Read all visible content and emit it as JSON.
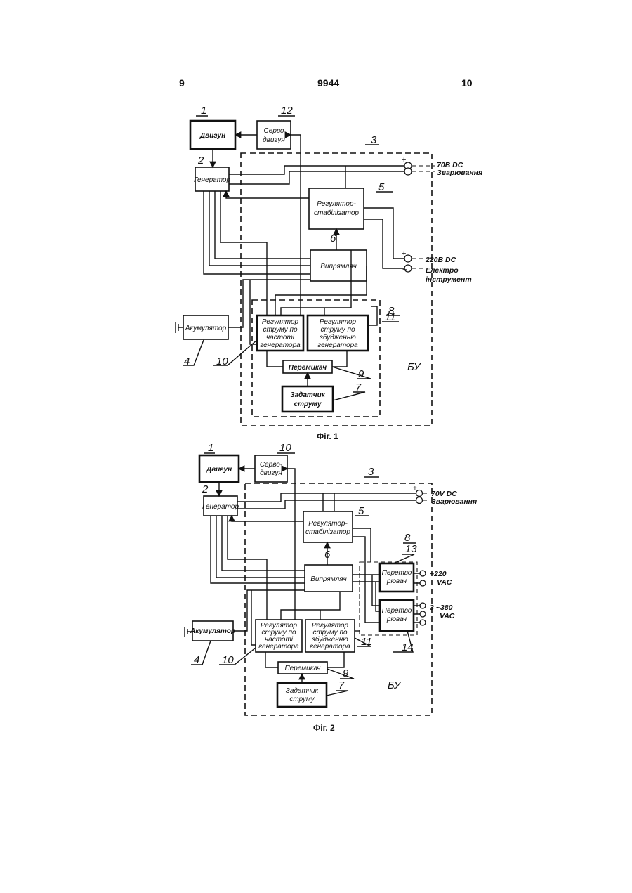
{
  "header": {
    "left_page": "9",
    "center_number": "9944",
    "right_page": "10"
  },
  "fig1": {
    "caption": "Фіг. 1",
    "blocks": {
      "engine": "Двигун",
      "servo_l1": "Серво",
      "servo_l2": "двигун",
      "generator": "Генератор",
      "regulator_l1": "Регулятор-",
      "regulator_l2": "стабілізатор",
      "rectifier": "Випрямляч",
      "battery": "Акумулятор",
      "freq_reg_l1": "Регулятор",
      "freq_reg_l2": "струму по",
      "freq_reg_l3": "частоті",
      "freq_reg_l4": "генератора",
      "exc_reg_l1": "Регулятор",
      "exc_reg_l2": "струму по",
      "exc_reg_l3": "збудженню",
      "exc_reg_l4": "генератора",
      "switch": "Перемикач",
      "setter_l1": "Задатчик",
      "setter_l2": "струму",
      "control_unit": "БУ"
    },
    "outputs": {
      "dc70": "70В DC",
      "welding": "Зварювання",
      "dc220": "220В DC",
      "tool_l1": "Електро",
      "tool_l2": "інструмент"
    },
    "numbers": [
      "1",
      "12",
      "2",
      "3",
      "5",
      "6",
      "8",
      "11",
      "4",
      "10",
      "9",
      "7"
    ]
  },
  "fig2": {
    "caption": "Фіг. 2",
    "blocks": {
      "engine": "Двигун",
      "servo_l1": "Серво-",
      "servo_l2": "двигун",
      "generator": "Генератор",
      "regulator_l1": "Регулятор-",
      "regulator_l2": "стабілізатор",
      "rectifier": "Випрямляч",
      "conv1_l1": "Перетво",
      "conv1_l2": "рювач",
      "conv2_l1": "Перетво",
      "conv2_l2": "рювач",
      "battery": "Акумулятор",
      "freq_reg_l1": "Регулятор",
      "freq_reg_l2": "струму по",
      "freq_reg_l3": "частоті",
      "freq_reg_l4": "генератора",
      "exc_reg_l1": "Регулятор",
      "exc_reg_l2": "струму по",
      "exc_reg_l3": "збудженню",
      "exc_reg_l4": "генератора",
      "switch": "Перемикач",
      "setter_l1": "Задатчик",
      "setter_l2": "струму",
      "control_unit": "БУ"
    },
    "outputs": {
      "dc70": "70V DC",
      "welding": "Зварювання",
      "ac220_l1": "~220",
      "ac220_l2": "VAC",
      "ac380_l1": "3 ~380",
      "ac380_l2": "VAC"
    },
    "numbers": [
      "1",
      "10",
      "2",
      "3",
      "5",
      "6",
      "8",
      "13",
      "14",
      "11",
      "4",
      "10",
      "9",
      "7"
    ]
  },
  "terminal_signs": {
    "plus": "+",
    "minus": "−"
  }
}
